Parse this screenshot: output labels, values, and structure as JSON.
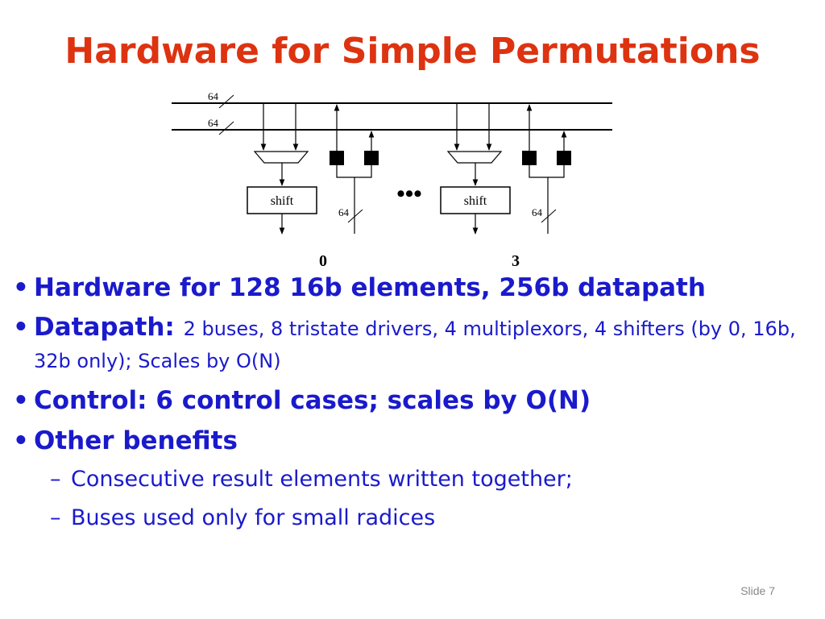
{
  "title": "Hardware for Simple Permutations",
  "diagram": {
    "bus_width_labels": [
      "64",
      "64"
    ],
    "shifter_label": "shift",
    "output_width_label": "64",
    "lane_labels": [
      "0",
      "3"
    ],
    "ellipsis": "•••"
  },
  "bullets": [
    {
      "marker": "•",
      "text": "Hardware for 128 16b elements, 256b datapath"
    },
    {
      "marker": "•",
      "lead": "Datapath: ",
      "detail": "2 buses, 8 tristate drivers, 4 multiplexors, 4 shifters (by 0, 16b, 32b only); Scales by O(N)"
    },
    {
      "marker": "•",
      "text": "Control: 6 control cases; scales by O(N)"
    },
    {
      "marker": "•",
      "text": "Other benefits"
    }
  ],
  "sub_bullets": [
    {
      "marker": "–",
      "text": "Consecutive result elements written together;"
    },
    {
      "marker": "–",
      "text": "Buses used only for small radices"
    }
  ],
  "footer": {
    "slide_label": "Slide 7"
  },
  "colors": {
    "title": "#dd3311",
    "body": "#1a1acc",
    "diagram": "#000000"
  }
}
